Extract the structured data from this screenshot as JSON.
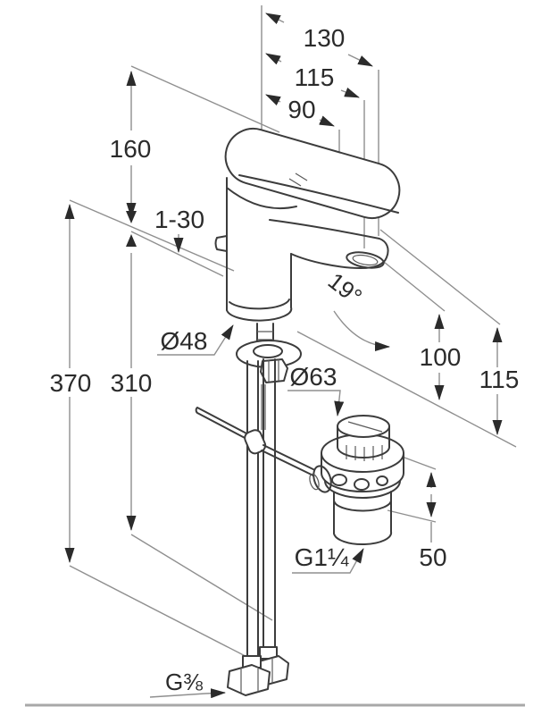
{
  "drawing": {
    "subject": "single-lever basin mixer with pop-up waste - dimensional drawing",
    "units": "mm",
    "dim_line_color": "#8f8f8f",
    "object_line_color": "#3c3c3c",
    "text_color": "#2b2b2b",
    "divider_color": "#a8a8a8"
  },
  "labels": {
    "reach_130": "130",
    "reach_115": "115",
    "reach_90": "90",
    "height_160": "160",
    "deck_thickness": "1-30",
    "drop_370": "370",
    "drop_310": "310",
    "body_diameter": "Ø48",
    "waste_diameter": "Ø63",
    "spout_angle": "19°",
    "outlet_height_100": "100",
    "tip_height_115": "115",
    "waste_depth_50": "50",
    "waste_thread": "G1¼",
    "supply_thread": "G⅜"
  }
}
